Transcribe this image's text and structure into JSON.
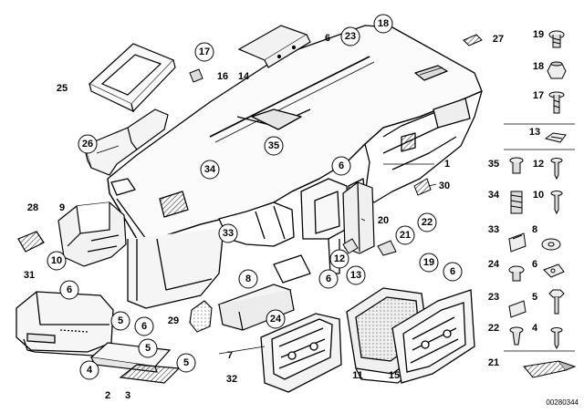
{
  "diagram_title": "",
  "drawing_id": "00280344",
  "callouts": {
    "c1": "1",
    "c2": "2",
    "c3": "3",
    "c4": "4",
    "c5": "5",
    "c6": "6",
    "c7": "7",
    "c8": "8",
    "c9": "9",
    "c10": "10",
    "c11": "11",
    "c12": "12",
    "c13": "13",
    "c14": "14",
    "c15": "15",
    "c16": "16",
    "c17": "17",
    "c18": "18",
    "c19": "19",
    "c20": "20",
    "c21": "21",
    "c22": "22",
    "c23": "23",
    "c24": "24",
    "c25": "25",
    "c26": "26",
    "c27": "27",
    "c28": "28",
    "c29": "29",
    "c30": "30",
    "c31": "31",
    "c32": "32",
    "c33": "33",
    "c34": "34",
    "c35": "35"
  },
  "legend": [
    {
      "label": "19",
      "icon": "screw-clip-icon"
    },
    {
      "label": "18",
      "icon": "expansion-nut-icon"
    },
    {
      "label": "17",
      "icon": "plug-screw-icon"
    },
    {
      "label": "13",
      "icon": "spring-nut-icon"
    },
    {
      "label": "35",
      "icon": "rivet-icon"
    },
    {
      "label": "12",
      "icon": "self-tapping-screw-icon"
    },
    {
      "label": "34",
      "icon": "spring-sleeve-icon"
    },
    {
      "label": "10",
      "icon": "oval-head-screw-icon"
    },
    {
      "label": "33",
      "icon": "clamp-icon"
    },
    {
      "label": "8",
      "icon": "grommet-icon"
    },
    {
      "label": "24",
      "icon": "round-clip-icon"
    },
    {
      "label": "6",
      "icon": "screw-icon"
    },
    {
      "label": "23",
      "icon": "nut-clip-icon"
    },
    {
      "label": "5",
      "icon": "hex-screw-icon"
    },
    {
      "label": "22",
      "icon": "expanding-rivet-icon"
    },
    {
      "label": "4",
      "icon": "tapping-screw-icon"
    },
    {
      "label": "21",
      "icon": "damping-tape-icon"
    }
  ]
}
